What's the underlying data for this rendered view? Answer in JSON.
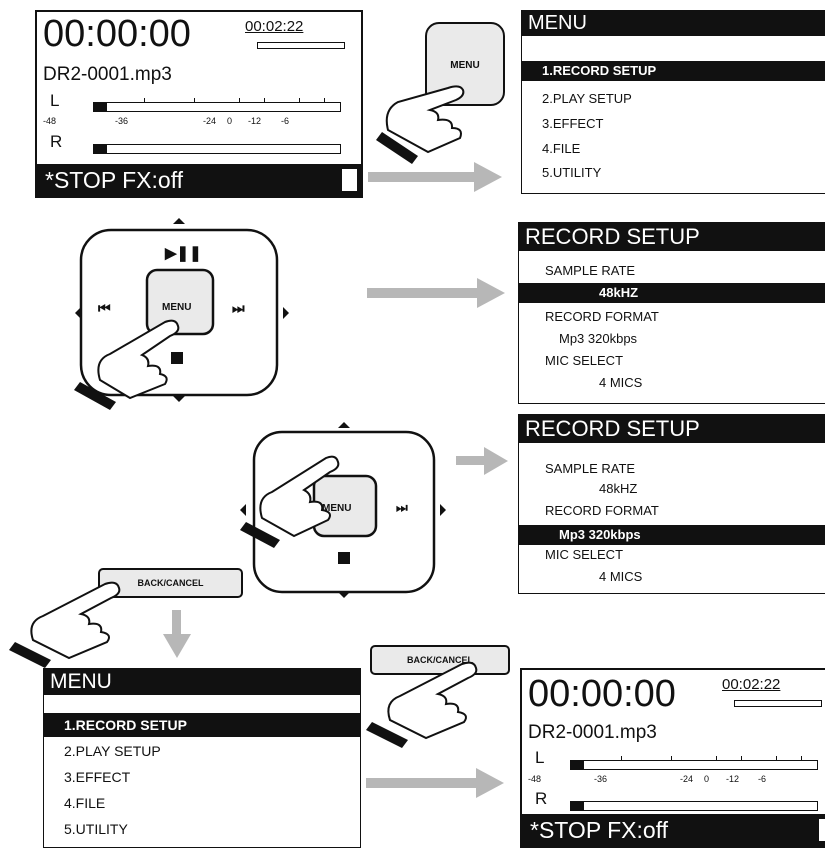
{
  "home_screen": {
    "time": "00:00:00",
    "total_time": "00:02:22",
    "filename": "DR2-0001.mp3",
    "channel_left": "L",
    "channel_right": "R",
    "scale": [
      "-48",
      "-36",
      "-24",
      "0",
      "-12",
      "-6"
    ],
    "status": "*STOP FX:off"
  },
  "menu_button": {
    "label": "MENU"
  },
  "menu": {
    "title": "MENU",
    "items": [
      "1.RECORD SETUP",
      "2.PLAY SETUP",
      "3.EFFECT",
      "4.FILE",
      "5.UTILITY"
    ],
    "selected_index": 0
  },
  "dpad": {
    "play_pause": "▶❚❚",
    "center_label": "MENU",
    "prev": "⏮",
    "next": "⏭",
    "stop": "■"
  },
  "record_setup_1": {
    "title": "RECORD SETUP",
    "lines": [
      "SAMPLE RATE",
      "48kHZ",
      "RECORD FORMAT",
      "Mp3 320kbps",
      "MIC  SELECT",
      "4 MICS"
    ],
    "selected_index": 1
  },
  "record_setup_2": {
    "title": "RECORD SETUP",
    "lines": [
      "SAMPLE RATE",
      "48kHZ",
      "RECORD FORMAT",
      "Mp3 320kbps",
      "MIC  SELECT",
      "4 MICS"
    ],
    "selected_index": 3
  },
  "back_cancel_button": {
    "label": "BACK/CANCEL"
  },
  "menu_bottom": {
    "title": "MENU",
    "items": [
      "1.RECORD SETUP",
      "2.PLAY SETUP",
      "3.EFFECT",
      "4.FILE",
      "5.UTILITY"
    ],
    "selected_index": 0
  },
  "home_screen_2": {
    "time": "00:00:00",
    "total_time": "00:02:22",
    "filename": "DR2-0001.mp3",
    "channel_left": "L",
    "channel_right": "R",
    "scale": [
      "-48",
      "-36",
      "-24",
      "0",
      "-12",
      "-6"
    ],
    "status": "*STOP FX:off"
  },
  "colors": {
    "ink": "#111111",
    "arrow": "#b7b7b7",
    "button_fill": "#eaeaea"
  },
  "icons": [
    "hand-pointer-icon",
    "arrow-right-icon",
    "arrow-down-icon"
  ]
}
